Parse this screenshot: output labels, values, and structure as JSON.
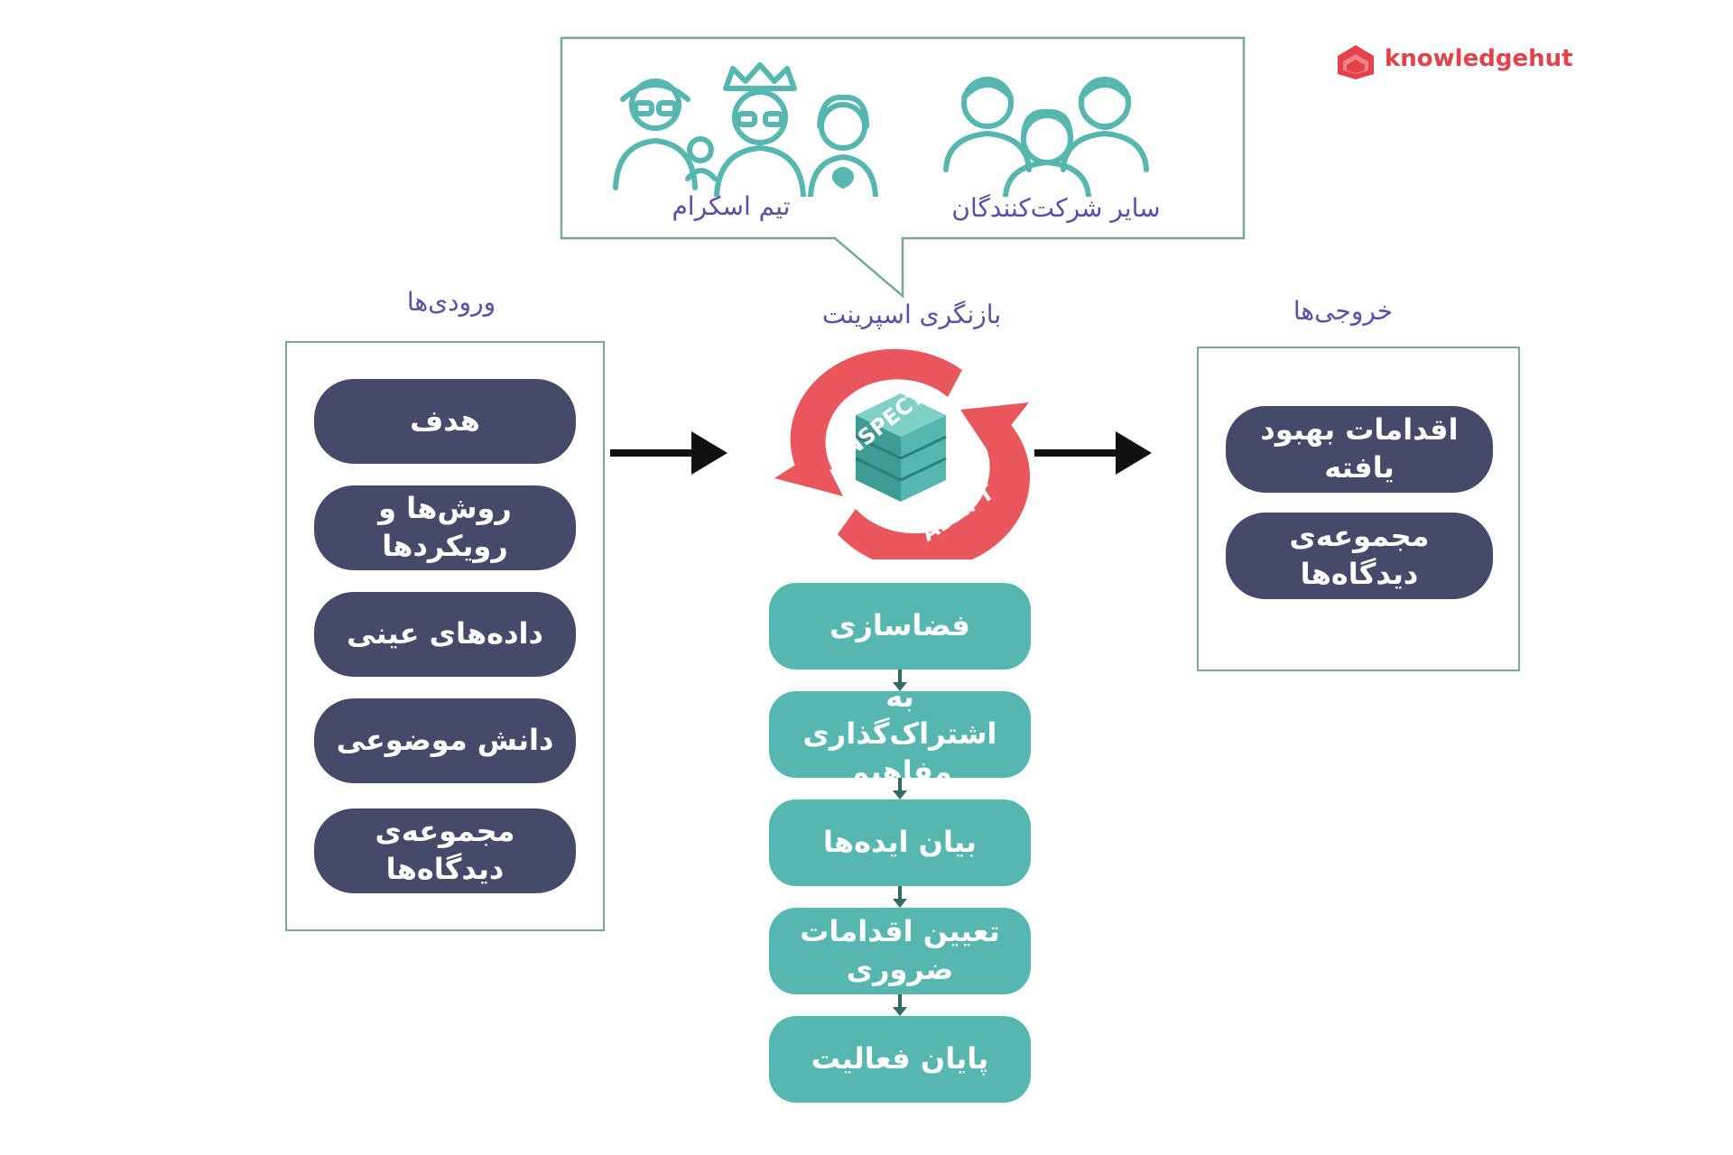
{
  "brand": {
    "name": "knowledgehut",
    "color": "#e4414a"
  },
  "colors": {
    "navy": "#45496a",
    "teal": "#56b7b0",
    "outline": "#7aa6a2",
    "title": "#5650a8",
    "cycle_red": "#e9565c"
  },
  "bubble": {
    "scrum_team_label": "تیم اسکرام",
    "other_participants_label": "سایر شرکت‌کنندگان"
  },
  "inputs": {
    "title": "ورودی‌ها",
    "items": [
      "هدف",
      "روش‌ها و رویکردها",
      "داده‌های عینی",
      "دانش موضوعی",
      "مجموعه‌ی دیدگاه‌ها"
    ]
  },
  "center": {
    "title": "بازنگری اسپرینت",
    "inspect_label": "INSPECT",
    "adapt_label": "ADAPT",
    "steps": [
      "فضاسازی",
      "به اشتراک‌گذاری مفاهیم",
      "بیان ایده‌ها",
      "تعیین اقدامات ضروری",
      "پایان فعالیت"
    ]
  },
  "outputs": {
    "title": "خروجی‌ها",
    "items": [
      "اقدامات بهبود یافته",
      "مجموعه‌ی دیدگاه‌ها"
    ]
  }
}
